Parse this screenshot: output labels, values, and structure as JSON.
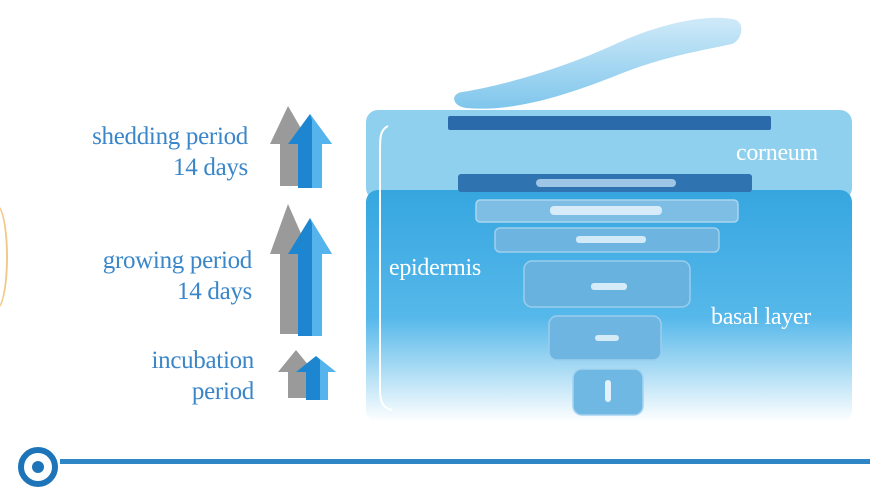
{
  "labels": {
    "shedding": {
      "line1": "shedding period",
      "line2": "14 days"
    },
    "growing": {
      "line1": "growing period",
      "line2": "14 days"
    },
    "incubation": {
      "line1": "incubation",
      "line2": "period"
    }
  },
  "skin": {
    "corneum": "corneum",
    "epidermis": "epidermis",
    "basal": "basal layer"
  },
  "colors": {
    "label_text": "#3a86c8",
    "arrow_blue": "#1e86d0",
    "arrow_gray": "#9a9a9a",
    "corneum_bg": "#8fd0ef",
    "epidermis_bg": "#3aa9e2",
    "cell_dark": "#2f73b0",
    "bottom_line": "#2f86c6"
  }
}
